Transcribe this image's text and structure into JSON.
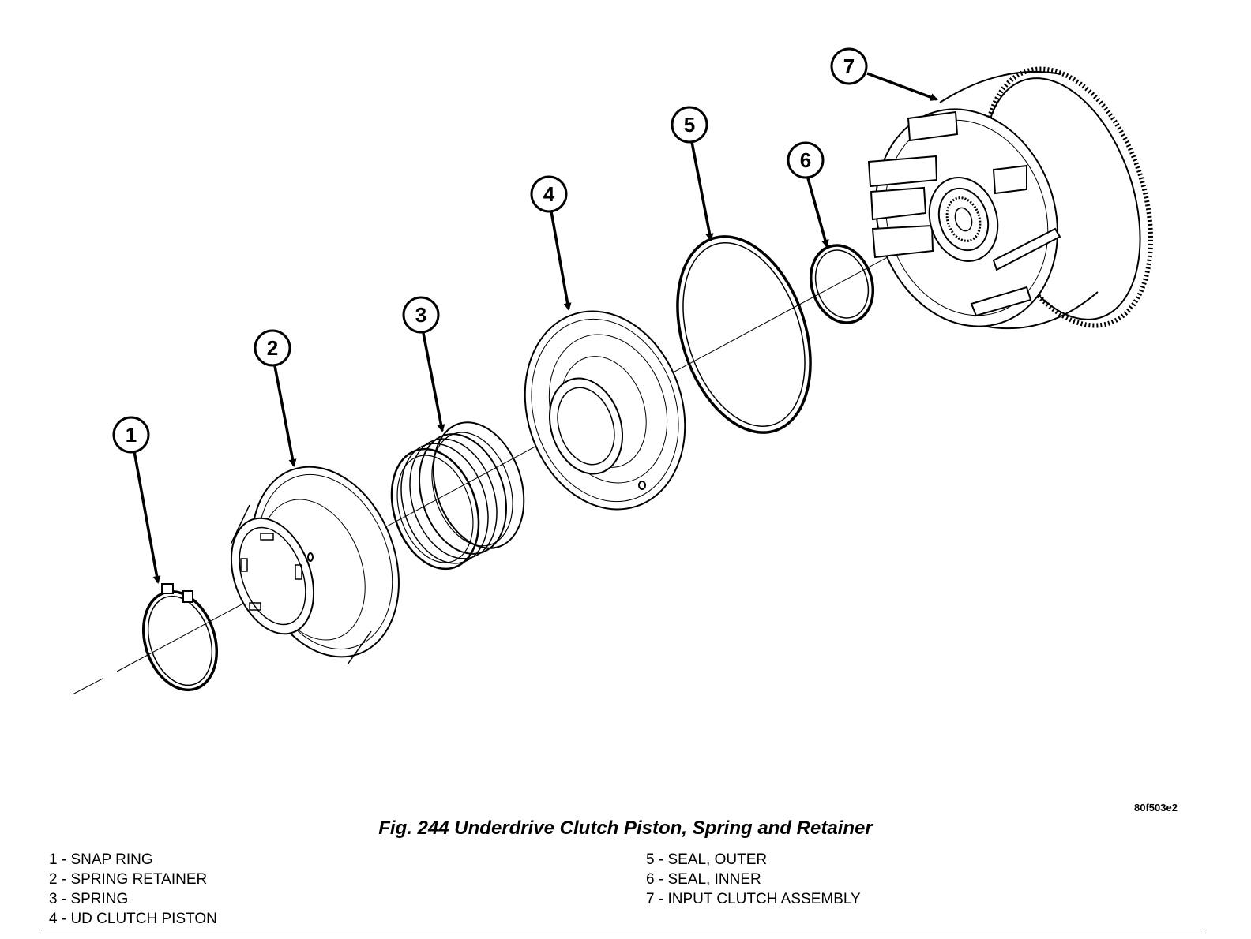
{
  "figure_id": "80f503e2",
  "caption": "Fig. 244 Underdrive Clutch Piston, Spring and Retainer",
  "callouts": [
    "1",
    "2",
    "3",
    "4",
    "5",
    "6",
    "7"
  ],
  "legend": {
    "left": [
      "1 - SNAP RING",
      "2 - SPRING RETAINER",
      "3 - SPRING",
      "4 - UD CLUTCH PISTON"
    ],
    "right": [
      "5 - SEAL, OUTER",
      "6 - SEAL, INNER",
      "7 - INPUT CLUTCH ASSEMBLY"
    ]
  }
}
